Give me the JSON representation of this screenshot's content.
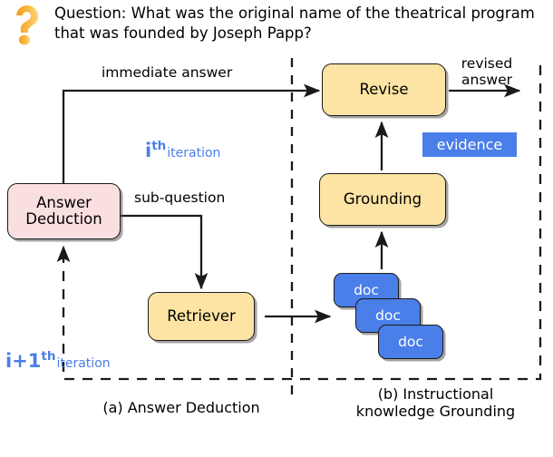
{
  "header": {
    "icon": "question-mark-icon",
    "question_line1": "Question: What was the original name of the theatrical program",
    "question_line2": "that was founded by Joseph Papp?"
  },
  "nodes": {
    "answer_deduction": {
      "line1": "Answer",
      "line2": "Deduction",
      "color": "#fadfe0"
    },
    "retriever": {
      "label": "Retriever",
      "color": "#fde4a4"
    },
    "revise": {
      "label": "Revise",
      "color": "#fde4a4"
    },
    "grounding": {
      "label": "Grounding",
      "color": "#fde4a4"
    }
  },
  "documents": {
    "color": "#4a7ee8",
    "items": [
      {
        "label": "doc"
      },
      {
        "label": "doc"
      },
      {
        "label": "doc"
      }
    ]
  },
  "evidence": {
    "label": "evidence",
    "color": "#4a7ee8",
    "text_color": "#ffffff"
  },
  "edges": {
    "immediate_answer": "immediate answer",
    "sub_question": "sub-question",
    "revised_answer_line1": "revised",
    "revised_answer_line2": "answer"
  },
  "iterations": {
    "accent_color": "#4a7ee8",
    "current": {
      "base": "i",
      "sup": "th",
      "sub": "iteration"
    },
    "next": {
      "base": "i+1",
      "sup": "th",
      "sub": "iteration"
    }
  },
  "captions": {
    "left": "(a) Answer Deduction",
    "right_line1": "(b) Instructional",
    "right_line2": "knowledge Grounding"
  }
}
